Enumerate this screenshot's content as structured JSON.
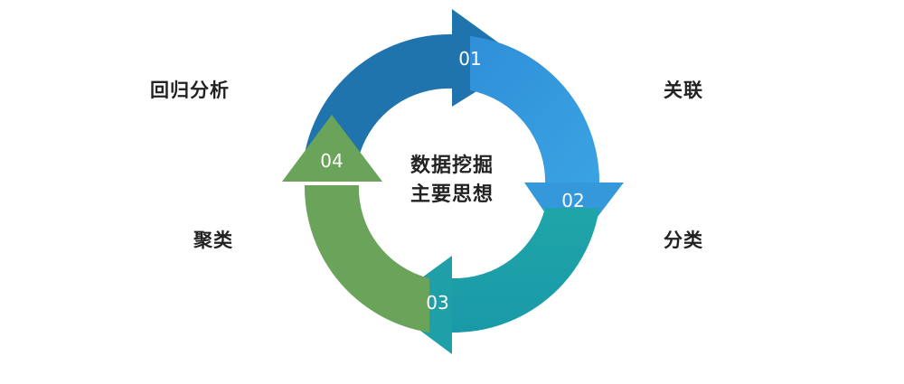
{
  "center": {
    "line1": "数据挖掘",
    "line2": "主要思想"
  },
  "stages": [
    {
      "number": "01",
      "label": "关联",
      "color": "#3498db"
    },
    {
      "number": "02",
      "label": "分类",
      "color": "#20a3ab"
    },
    {
      "number": "03",
      "label": "聚类",
      "color": "#6aa35a"
    },
    {
      "number": "04",
      "label": "回归分析",
      "color": "#1f74ad"
    }
  ],
  "labels": {
    "top_left": "回归分析",
    "top_right": "关联",
    "bottom_right": "分类",
    "bottom_left": "聚类"
  }
}
